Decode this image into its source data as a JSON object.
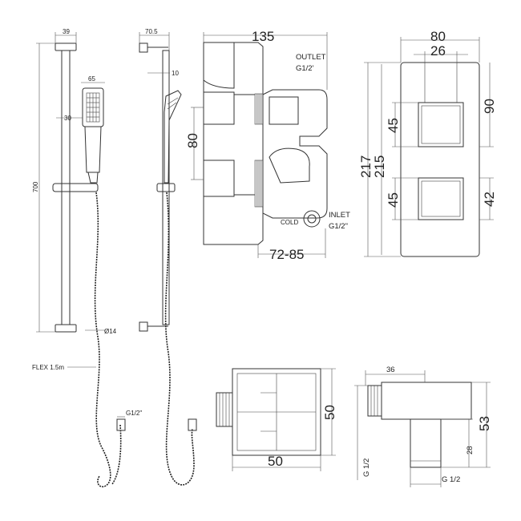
{
  "labels": {
    "rail_top_width": "39",
    "rail_side_width": "70.5",
    "handset_width": "65",
    "handset_offset": "30",
    "rail_height": "700",
    "top_bracket_depth": "10",
    "rail_diameter": "Ø14",
    "hose_length": "FLEX 1.5m",
    "hose_thread": "G1/2\"",
    "valve_width": "135",
    "outlet_label": "OUTLET",
    "outlet_thread": "G1/2'",
    "valve_spacing": "80",
    "cold_label": "COLD",
    "inlet_label": "INLET",
    "inlet_thread": "G1/2\"",
    "valve_depth": "72-85",
    "plate_width": "80",
    "handle_width": "26",
    "plate_height_outer": "217",
    "plate_height_inner": "215",
    "upper_handle_height": "45",
    "upper_dim": "90",
    "lower_handle_height": "45",
    "lower_dim": "42",
    "elbow_width": "50",
    "elbow_height": "50",
    "elbow_side_depth": "36",
    "elbow_side_height": "53",
    "elbow_outlet_height": "28",
    "elbow_thread_v": "G 1/2",
    "elbow_thread_h": "G 1/2"
  }
}
